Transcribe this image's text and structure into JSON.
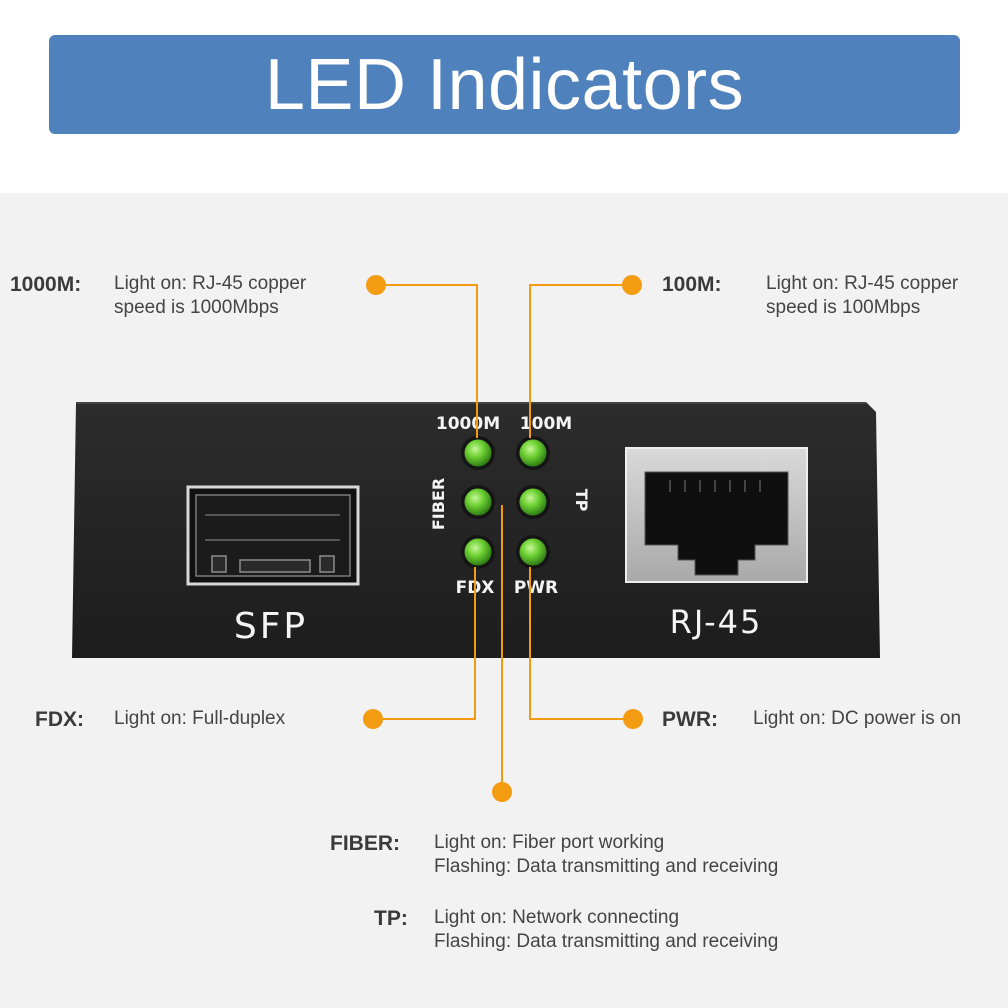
{
  "title": "LED Indicators",
  "colors": {
    "banner": "#4f81bd",
    "callout": "#f39c12",
    "led": "#5cc12a",
    "device": "#262626"
  },
  "device": {
    "sfp_label": "SFP",
    "rj45_label": "RJ-45",
    "led_labels": {
      "m1000": "1000M",
      "m100": "100M",
      "fiber": "FIBER",
      "tp": "TP",
      "fdx": "FDX",
      "pwr": "PWR"
    }
  },
  "callouts": {
    "m1000": {
      "label": "1000M:",
      "lines": [
        "Light on: RJ-45 copper",
        "speed is 1000Mbps"
      ]
    },
    "m100": {
      "label": "100M:",
      "lines": [
        "Light on: RJ-45 copper",
        "speed is 100Mbps"
      ]
    },
    "fdx": {
      "label": "FDX:",
      "lines": [
        "Light on: Full-duplex"
      ]
    },
    "pwr": {
      "label": "PWR:",
      "lines": [
        "Light on: DC power is on"
      ]
    },
    "fiber": {
      "label": "FIBER:",
      "lines": [
        "Light on: Fiber port working",
        "Flashing: Data transmitting and receiving"
      ]
    },
    "tp": {
      "label": "TP:",
      "lines": [
        "Light on: Network connecting",
        "Flashing: Data transmitting and receiving"
      ]
    }
  }
}
